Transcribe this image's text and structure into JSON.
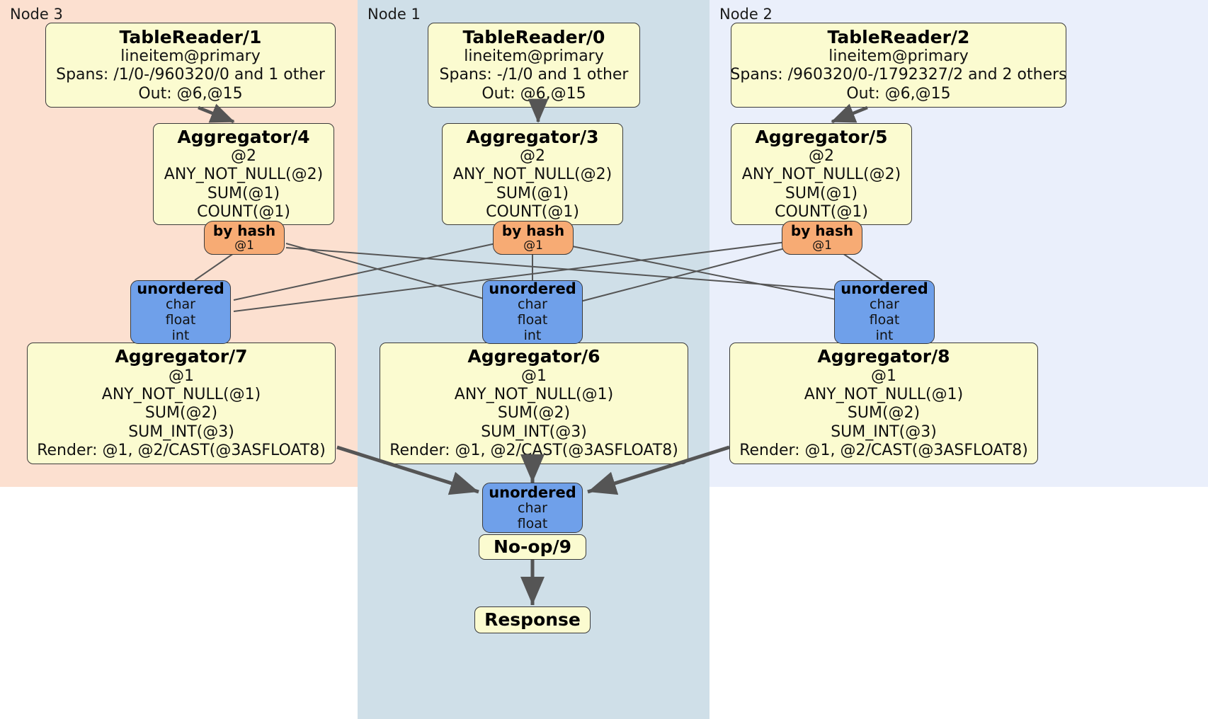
{
  "diagram": {
    "type": "distributed-query-plan",
    "panels": [
      {
        "id": "node3",
        "label": "Node 3",
        "color": "#fce0d0"
      },
      {
        "id": "node1",
        "label": "Node 1",
        "color": "#cfdfe8"
      },
      {
        "id": "node2",
        "label": "Node 2",
        "color": "#eaeffb"
      }
    ],
    "colors": {
      "processor_fill": "#fbfbd0",
      "router_fill": "#f7ab74",
      "synchronizer_fill": "#6fa0ea",
      "stroke": "#3a3a3a",
      "edge": "#555555"
    },
    "table_readers": [
      {
        "id": "tablereader-1",
        "title": "TableReader/1",
        "table": "lineitem@primary",
        "spans": "Spans: /1/0-/960320/0 and 1 other",
        "out": "Out: @6,@15"
      },
      {
        "id": "tablereader-0",
        "title": "TableReader/0",
        "table": "lineitem@primary",
        "spans": "Spans: -/1/0 and 1 other",
        "out": "Out: @6,@15"
      },
      {
        "id": "tablereader-2",
        "title": "TableReader/2",
        "table": "lineitem@primary",
        "spans": "Spans: /960320/0-/1792327/2 and 2 others",
        "out": "Out: @6,@15"
      }
    ],
    "aggregators_stage1": [
      {
        "id": "aggregator-4",
        "title": "Aggregator/4",
        "group": "@2",
        "aggs": [
          "ANY_NOT_NULL(@2)",
          "SUM(@1)",
          "COUNT(@1)"
        ]
      },
      {
        "id": "aggregator-3",
        "title": "Aggregator/3",
        "group": "@2",
        "aggs": [
          "ANY_NOT_NULL(@2)",
          "SUM(@1)",
          "COUNT(@1)"
        ]
      },
      {
        "id": "aggregator-5",
        "title": "Aggregator/5",
        "group": "@2",
        "aggs": [
          "ANY_NOT_NULL(@2)",
          "SUM(@1)",
          "COUNT(@1)"
        ]
      }
    ],
    "routers": [
      {
        "id": "router-node3",
        "title": "by hash",
        "detail": "@1"
      },
      {
        "id": "router-node1",
        "title": "by hash",
        "detail": "@1"
      },
      {
        "id": "router-node2",
        "title": "by hash",
        "detail": "@1"
      }
    ],
    "synchronizers_stage1": [
      {
        "id": "sync-node3",
        "title": "unordered",
        "types": [
          "char",
          "float",
          "int"
        ]
      },
      {
        "id": "sync-node1",
        "title": "unordered",
        "types": [
          "char",
          "float",
          "int"
        ]
      },
      {
        "id": "sync-node2",
        "title": "unordered",
        "types": [
          "char",
          "float",
          "int"
        ]
      }
    ],
    "aggregators_stage2": [
      {
        "id": "aggregator-7",
        "title": "Aggregator/7",
        "group": "@1",
        "aggs": [
          "ANY_NOT_NULL(@1)",
          "SUM(@2)",
          "SUM_INT(@3)"
        ],
        "render": "Render: @1, @2/CAST(@3ASFLOAT8)"
      },
      {
        "id": "aggregator-6",
        "title": "Aggregator/6",
        "group": "@1",
        "aggs": [
          "ANY_NOT_NULL(@1)",
          "SUM(@2)",
          "SUM_INT(@3)"
        ],
        "render": "Render: @1, @2/CAST(@3ASFLOAT8)"
      },
      {
        "id": "aggregator-8",
        "title": "Aggregator/8",
        "group": "@1",
        "aggs": [
          "ANY_NOT_NULL(@1)",
          "SUM(@2)",
          "SUM_INT(@3)"
        ],
        "render": "Render: @1, @2/CAST(@3ASFLOAT8)"
      }
    ],
    "final_synchronizer": {
      "id": "sync-final",
      "title": "unordered",
      "types": [
        "char",
        "float"
      ]
    },
    "noop": {
      "id": "noop-9",
      "title": "No-op/9"
    },
    "response": {
      "id": "response",
      "title": "Response"
    }
  }
}
